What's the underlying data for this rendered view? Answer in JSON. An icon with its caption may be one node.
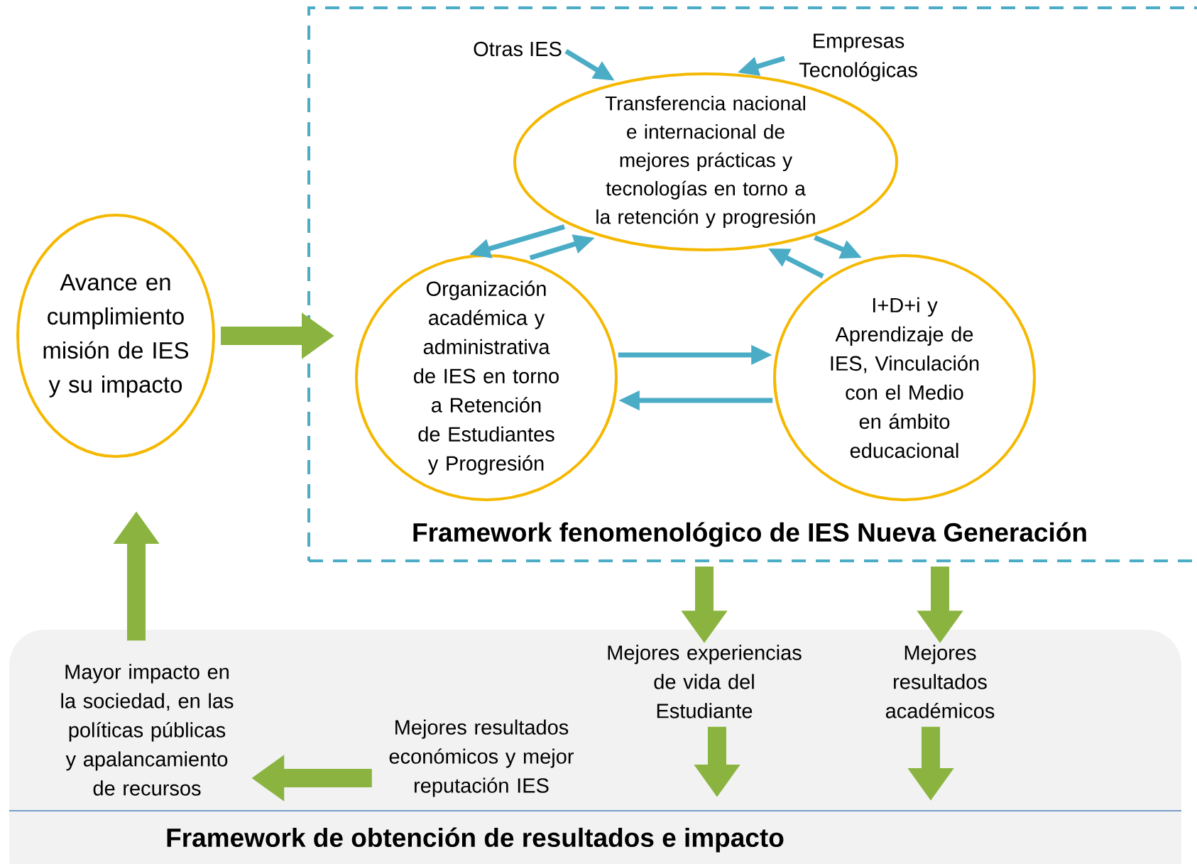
{
  "diagram": {
    "nodes": [
      {
        "text": [
          "Framework fenomenológico de IES Nueva Generación"
        ]
      },
      {
        "text": [
          "Otras IES"
        ],
        "in": 0
      },
      {
        "text": [
          "Empresas Tecnológicas"
        ],
        "in": 0
      },
      {
        "text": [
          "Transferencia nacional e internacional de mejores prácticas y tecnologías en torno a la retención y progresión"
        ],
        "in": 0
      },
      {
        "text": [
          "Organización académica y administrativa de IES en torno a Retención de Estudiantes y Progresión"
        ],
        "in": 0
      },
      {
        "text": [
          "I+D+i y Aprendizaje de IES, Vinculación con el Medio en ámbito educacional"
        ],
        "in": 0
      },
      {
        "text": [
          "Avance en cumplimiento misión de IES y su impacto"
        ]
      },
      {
        "text": [
          "Framework de obtención de resultados e impacto"
        ]
      },
      {
        "text": [
          "Mejores experiencias de vida del Estudiante"
        ],
        "in": 7
      },
      {
        "text": [
          "Mejores resultados académicos"
        ],
        "in": 7
      },
      {
        "text": [
          "Mejores resultados económicos y mejor reputación IES"
        ],
        "in": 7
      },
      {
        "text": [
          "Mayor impacto en la sociedad, en las políticas públicas y apalancamiento de recursos"
        ],
        "in": 7
      }
    ],
    "edges": [
      {
        "from": 1,
        "to": 3,
        "arrow": "to"
      },
      {
        "from": 2,
        "to": 3,
        "arrow": "to"
      },
      {
        "from": 3,
        "to": 4,
        "arrow": "to"
      },
      {
        "from": 4,
        "to": 3,
        "arrow": "to"
      },
      {
        "from": 3,
        "to": 5,
        "arrow": "to"
      },
      {
        "from": 5,
        "to": 3,
        "arrow": "to"
      },
      {
        "from": 4,
        "to": 5,
        "arrow": "to"
      },
      {
        "from": 5,
        "to": 4,
        "arrow": "to"
      },
      {
        "from": 6,
        "to": 0,
        "arrow": "to",
        "style": "thick",
        "color": "#8ab43f"
      },
      {
        "from": 0,
        "to": 8,
        "arrow": "to",
        "style": "thick",
        "color": "#8ab43f"
      },
      {
        "from": 0,
        "to": 9,
        "arrow": "to",
        "style": "thick",
        "color": "#8ab43f"
      },
      {
        "from": 8,
        "to": null,
        "arrow": "to",
        "style": "thick",
        "color": "#8ab43f"
      },
      {
        "from": 9,
        "to": null,
        "arrow": "to",
        "style": "thick",
        "color": "#8ab43f"
      },
      {
        "from": 10,
        "to": 11,
        "arrow": "to",
        "style": "thick",
        "color": "#8ab43f"
      },
      {
        "from": 11,
        "to": 6,
        "arrow": "to",
        "style": "thick",
        "color": "#8ab43f"
      }
    ]
  }
}
